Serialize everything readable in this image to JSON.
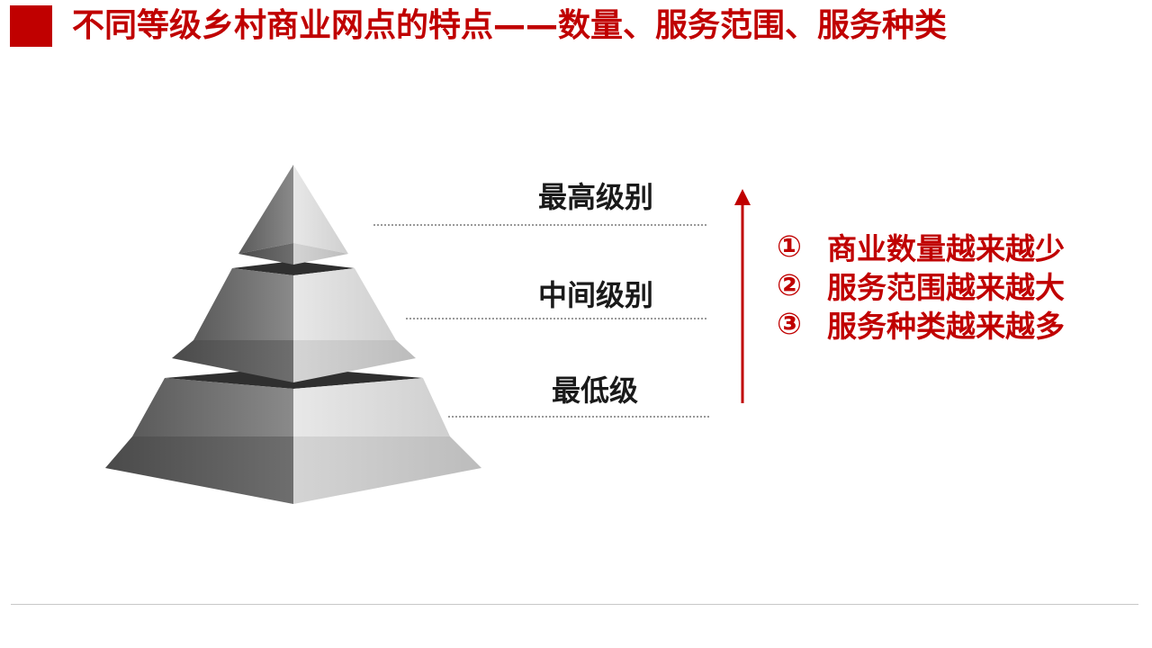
{
  "title": "不同等级乡村商业网点的特点——数量、服务范围、服务种类",
  "levels": [
    {
      "label": "最高级别"
    },
    {
      "label": "中间级别"
    },
    {
      "label": "最低级"
    }
  ],
  "features": [
    {
      "num": "①",
      "text": "商业数量越来越少"
    },
    {
      "num": "②",
      "text": "服务范围越来越大"
    },
    {
      "num": "③",
      "text": "服务种类越来越多"
    }
  ],
  "colors": {
    "accent": "#c00000",
    "text": "#1a1a1a"
  },
  "icons": {
    "arrow": "arrow-up-icon"
  }
}
